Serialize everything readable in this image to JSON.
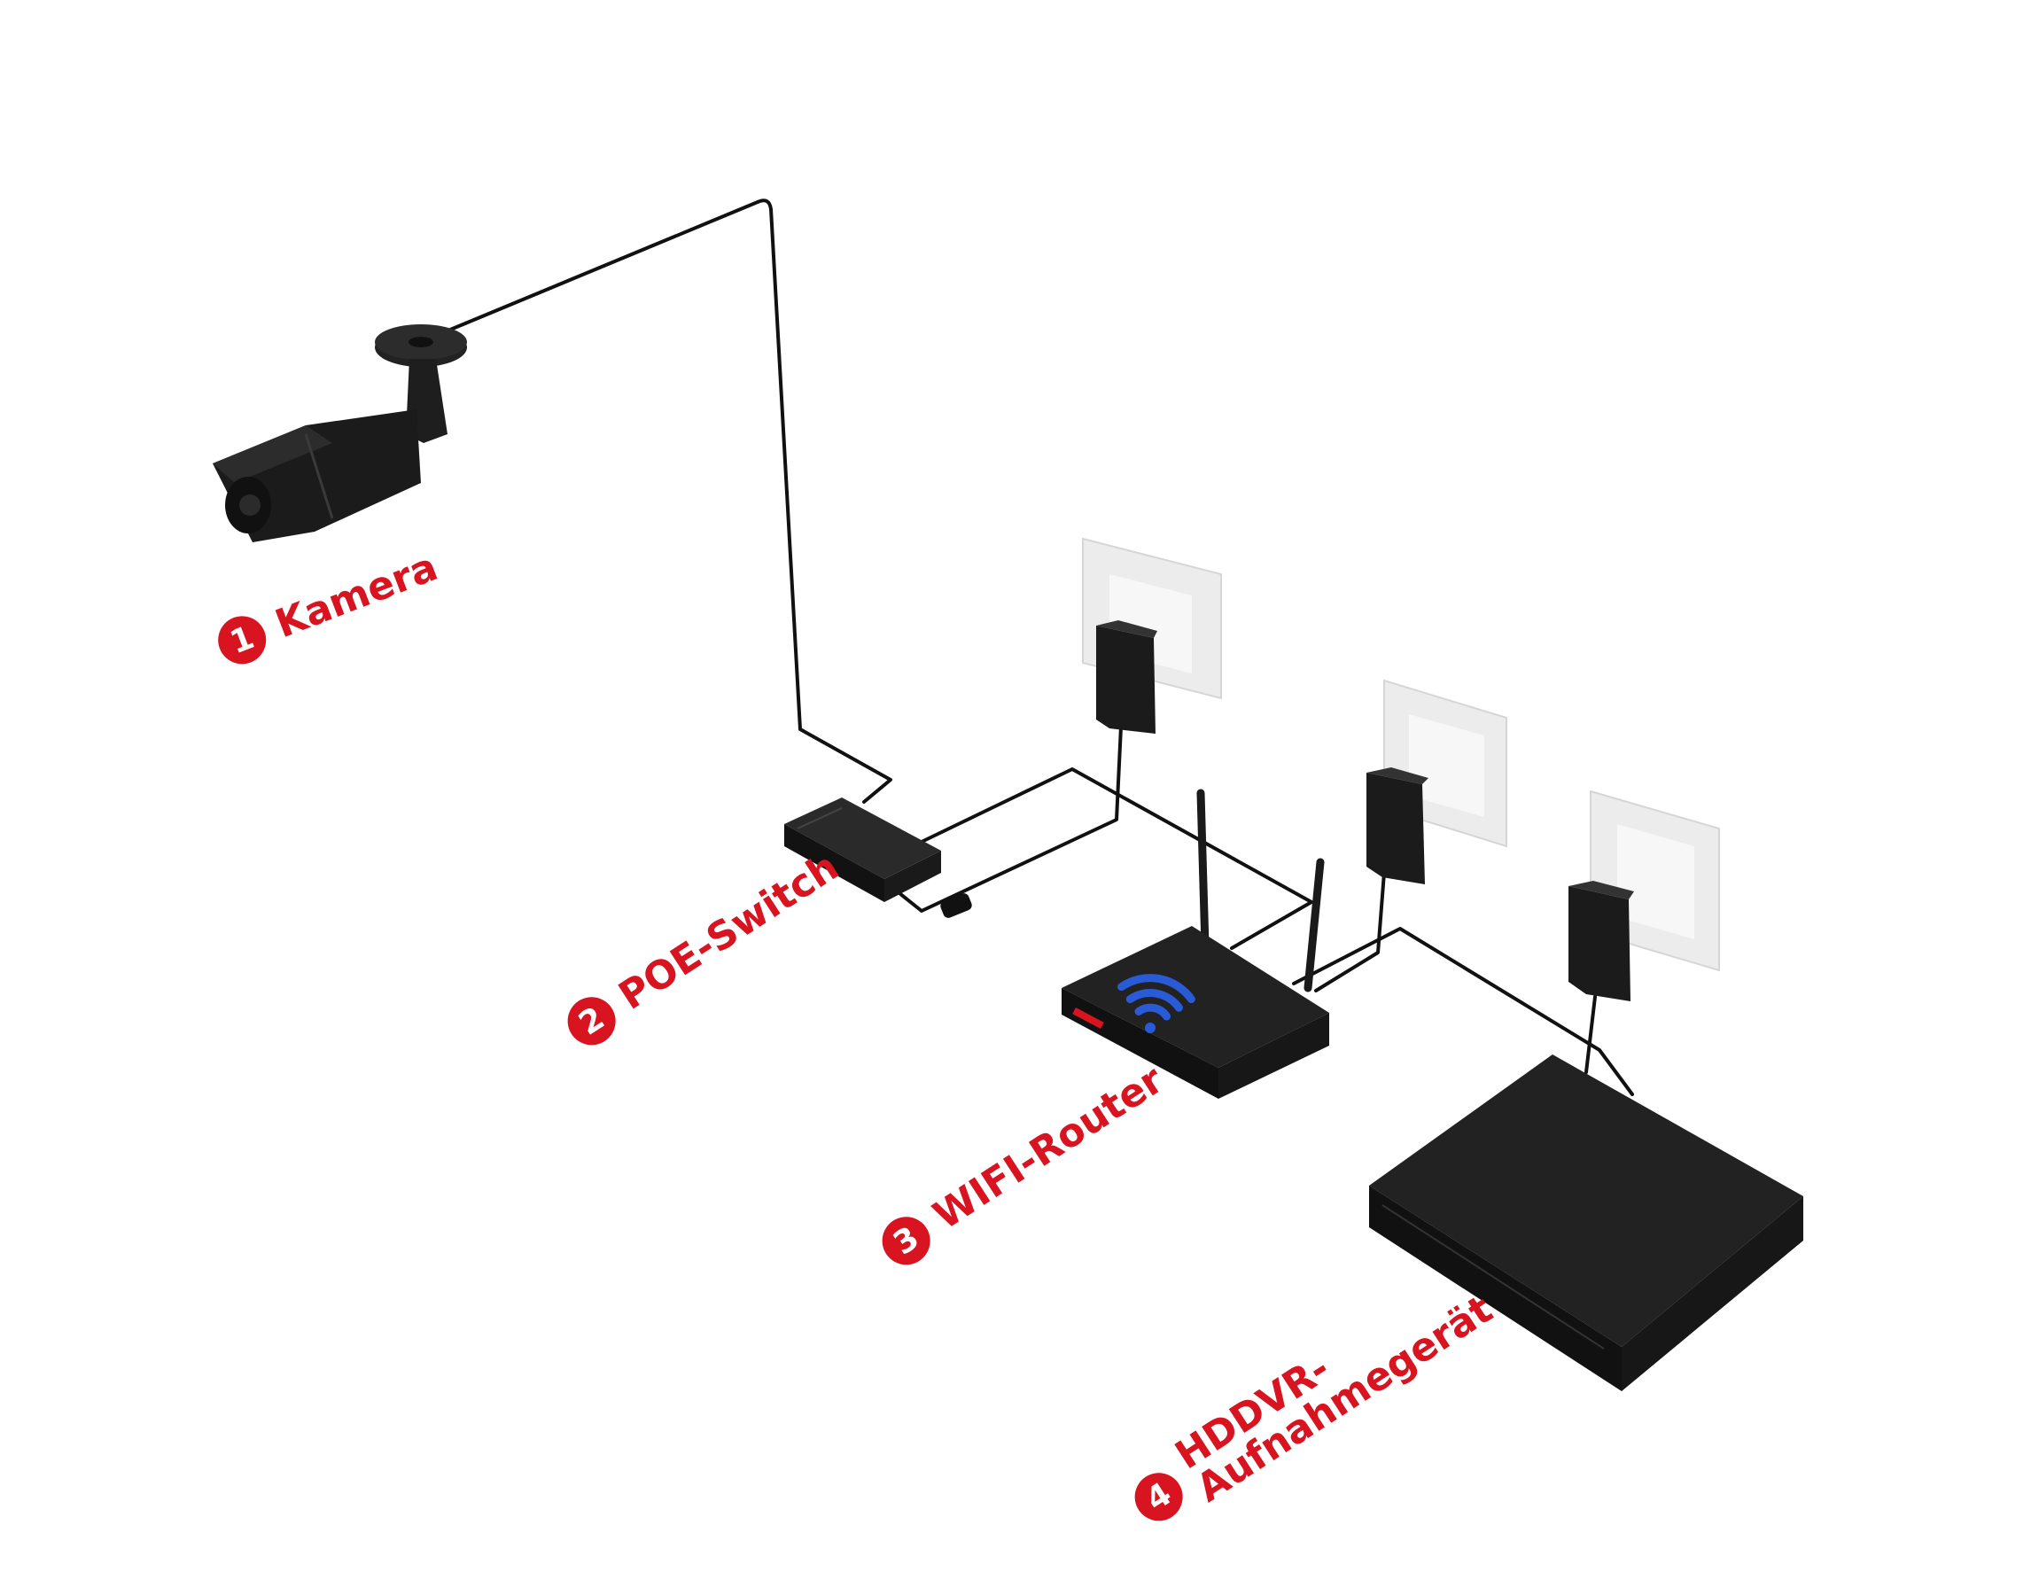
{
  "colors": {
    "accent": "#d7141f",
    "device": "#1b1b1b",
    "cable": "#111111",
    "wall_plate": "#ececec",
    "wifi_icon": "#2a5bd7"
  },
  "labels": [
    {
      "number": "1",
      "text": "Kamera"
    },
    {
      "number": "2",
      "text": "POE-Switch"
    },
    {
      "number": "3",
      "text": "WIFI-Router"
    },
    {
      "number": "4",
      "text_line1": "HDDVR-",
      "text_line2": "Aufnahmegerät"
    }
  ],
  "icons": {
    "router": "wifi-icon"
  }
}
